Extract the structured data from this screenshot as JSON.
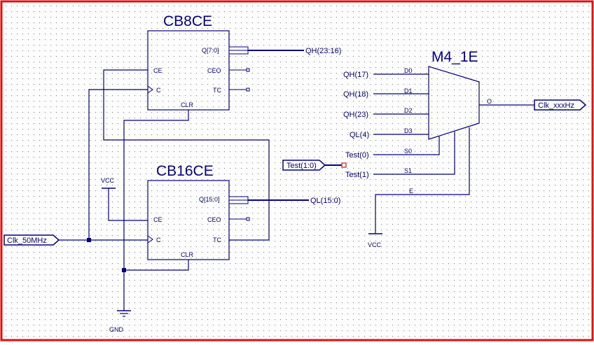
{
  "colors": {
    "border": "#e01010",
    "wire": "#000080",
    "part": "#000080",
    "text": "#000080",
    "grid": "#7a7a7a",
    "background": "#ffffff",
    "port_marker": "#e01010"
  },
  "components": {
    "cb8ce": {
      "name": "CB8CE",
      "pins": {
        "ce": "CE",
        "c": "C",
        "clr": "CLR",
        "q": "Q[7:0]",
        "ceo": "CEO",
        "tc": "TC"
      }
    },
    "cb16ce": {
      "name": "CB16CE",
      "pins": {
        "ce": "CE",
        "c": "C",
        "clr": "CLR",
        "q": "Q[15:0]",
        "ceo": "CEO",
        "tc": "TC"
      }
    },
    "m4_1e": {
      "name": "M4_1E",
      "pins": {
        "d0": "D0",
        "d1": "D1",
        "d2": "D2",
        "d3": "D3",
        "s0": "S0",
        "s1": "S1",
        "e": "E",
        "o": "O"
      }
    }
  },
  "nets": {
    "qh_23_16": "QH(23:16)",
    "ql_15_0": "QL(15:0)",
    "qh17": "QH(17)",
    "qh18": "QH(18)",
    "qh23": "QH(23)",
    "ql4": "QL(4)",
    "test0": "Test(0)",
    "test1": "Test(1)"
  },
  "ports": {
    "test_in": "Test(1:0)",
    "clk_in": "Clk_50MHz",
    "clk_out": "Clk_xxxHz"
  },
  "power": {
    "vcc_cb16": "VCC",
    "vcc_mux": "VCC",
    "gnd": "GND"
  }
}
